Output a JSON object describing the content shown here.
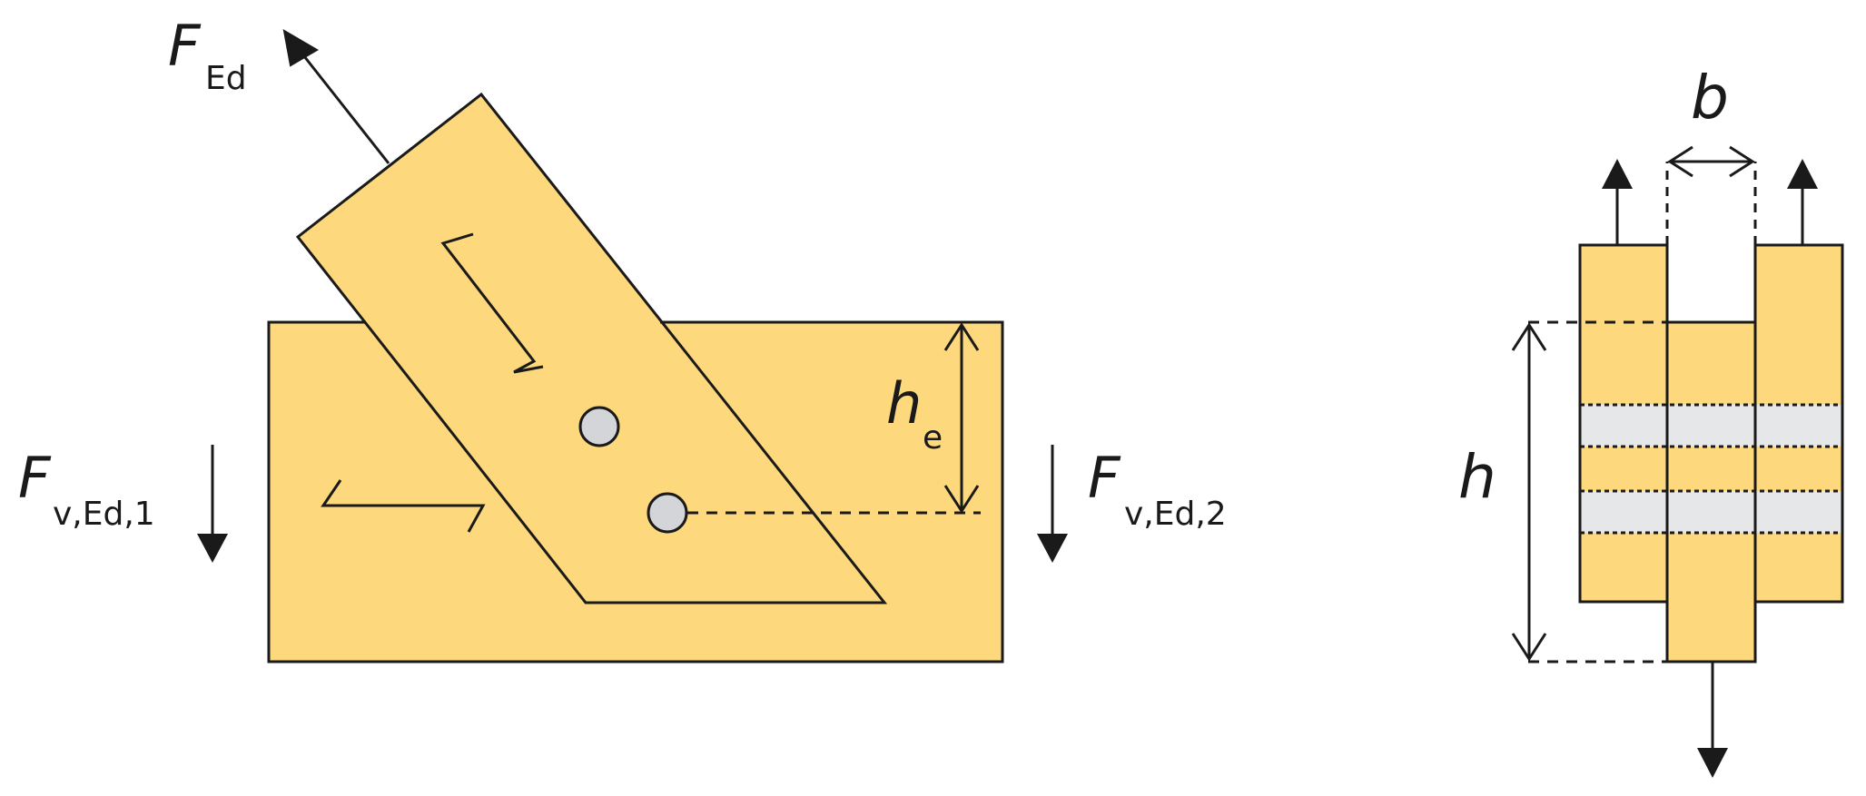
{
  "colors": {
    "timber": "#fdd87d",
    "stroke": "#1a1a1a",
    "fastener": "#d3d5d8",
    "band": "#e6e7e9"
  },
  "labels": {
    "f_ed": {
      "main": "F",
      "sub": "Ed"
    },
    "f_v_ed_1": {
      "main": "F",
      "sub": "v,Ed,1"
    },
    "f_v_ed_2": {
      "main": "F",
      "sub": "v,Ed,2"
    },
    "h_e": {
      "main": "h",
      "sub": "e"
    },
    "b": "b",
    "h": "h"
  }
}
